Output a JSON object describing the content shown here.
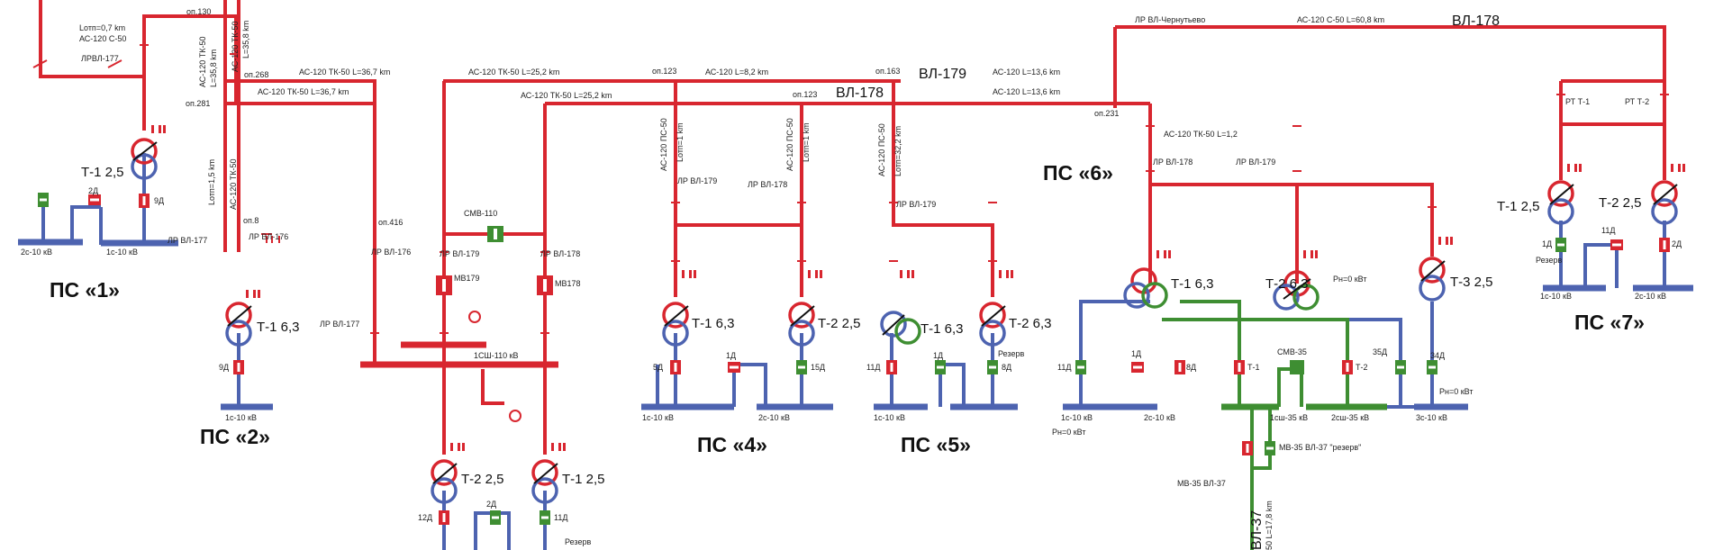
{
  "substations": {
    "ps1": "ПС «1»",
    "ps2": "ПС «2»",
    "ps4": "ПС «4»",
    "ps5": "ПС «5»",
    "ps6": "ПС «6»",
    "ps7": "ПС «7»"
  },
  "lines": {
    "vl179_top": "ВЛ-179",
    "vl178_mid": "ВЛ-178",
    "vl178_top": "ВЛ-178",
    "vl37": "ВЛ-37",
    "ac120_c50": "АС-120 С-50",
    "l07": "Lотп=0,7 km",
    "lrvl177": "ЛРВЛ-177",
    "op130": "оп.130",
    "op268": "оп.268",
    "op281": "оп.281",
    "op8": "оп.8",
    "op416": "оп.416",
    "op123a": "оп.123",
    "op123b": "оп.123",
    "op163": "оп.163",
    "op231": "оп.231",
    "l367a": "АС-120 ТК-50 L=36,7 km",
    "l367b": "АС-120 ТК-50 L=36,7 km",
    "l252a": "АС-120 ТК-50 L=25,2 km",
    "l252b": "АС-120 ТК-50 L=25,2 km",
    "l82": "АС-120 L=8,2 km",
    "l136a": "АС-120 L=13,6 km",
    "l136b": "АС-120 L=13,6 km",
    "l608": "АС-120 С-50 L=60,8 km",
    "l12": "АС-120 ТК-50 L=1,2",
    "v_ac120tk50a": "АС-120 ТК-50",
    "v_l358a": "L=35,8 km",
    "v_ac120tk50b": "АС-120 ТК-50",
    "v_l358b": "L=35,8 km",
    "v_l15": "Lотп=1,5 km",
    "v_ac120tk50c": "АС-120 ТК-50",
    "v_ac120ps50a": "АС-120 ПС-50",
    "v_l1a": "Lотп=1 km",
    "v_ac120ps50b": "АС-120 ПС-50",
    "v_l1b": "Lотп=1 km",
    "v_ac120ps50c": "АС-120 ПС-50",
    "v_l322": "Lотп=32,2 km",
    "v_l178": "50 L=17,8 km",
    "lrvl_chern": "ЛР ВЛ-Чернутьево"
  },
  "equipment": {
    "t1_25_ps1": "Т-1 2,5",
    "t1_63_ps2": "Т-1 6,3",
    "t2_25_smv": "Т-2 2,5",
    "t1_25_smv": "Т-1 2,5",
    "t1_63_ps4": "Т-1 6,3",
    "t2_25_ps4": "Т-2 2,5",
    "t1_63_ps5": "Т-1 6,3",
    "t2_63_ps5": "Т-2 6,3",
    "t1_63_ps6": "Т-1 6,3",
    "t2_63_ps6": "Т-2 6,3",
    "t3_25_ps6": "Т-3 2,5",
    "t1_25_ps7": "Т-1 2,5",
    "t2_25_ps7": "Т-2 2,5",
    "smv110": "СМВ-110",
    "mv179": "МВ179",
    "mv178": "МВ178",
    "sh110": "1СШ-110 кВ",
    "smv35": "СМВ-35",
    "mv35_37": "МВ-35 ВЛ-37",
    "mv35_rez": "МВ-35 ВЛ-37 \"резерв\"",
    "lrvl176a": "ЛР ВЛ-176",
    "lrvl176b": "ЛР ВЛ-176",
    "lrvl177b": "ЛР ВЛ-177",
    "lrvl177c": "ЛР ВЛ-177",
    "lrvl179a": "ЛР ВЛ-179",
    "lrvl178a": "ЛР ВЛ-178",
    "lrvl179b": "ЛР ВЛ-179",
    "lrvl178b": "ЛР ВЛ-178",
    "lrvl179c": "ЛР ВЛ-179",
    "lrvl178c": "ЛР ВЛ-178",
    "lrvl179d": "ЛР ВЛ-179",
    "rtt1": "РТ Т-1",
    "rtt2": "РТ Т-2"
  },
  "feeders": {
    "d2": "2Д",
    "d9a": "9Д",
    "d9b": "9Д",
    "d5": "5Д",
    "d1a": "1Д",
    "d15": "15Д",
    "d11a": "11Д",
    "d1b": "1Д",
    "d8a": "8Д",
    "d11b": "11Д",
    "d1c": "1Д",
    "d8b": "8Д",
    "t1f": "Т-1",
    "t2f": "Т-2",
    "d35": "35Д",
    "d34": "34Д",
    "d1d": "1Д",
    "d11c": "11Д",
    "d2b": "2Д",
    "d12": "12Д",
    "d2c": "2Д",
    "d11d": "11Д",
    "rez_ps5": "Резерв",
    "rez_ps7": "Резерв",
    "rez_smv": "Резерв"
  },
  "buses": {
    "b2c_ps1": "2с-10 кВ",
    "b1c_ps1": "1с-10 кВ",
    "b1c_ps2": "1с-10 кВ",
    "b1c_ps4": "1с-10 кВ",
    "b2c_ps4": "2с-10 кВ",
    "b1c_ps5": "1с-10 кВ",
    "b1c_ps6": "1с-10 кВ",
    "b2c_ps6": "2с-10 кВ",
    "b1sh35": "1сш-35 кВ",
    "b2sh35": "2сш-35 кВ",
    "b3c_ps6": "3с-10 кВ",
    "b1c_ps7": "1с-10 кВ",
    "b2c_ps7": "2с-10 кВ"
  },
  "loads": {
    "rn1": "Рн=0 кВт",
    "rn2": "Рн=0 кВт",
    "rn3": "Рн=0 кВт"
  },
  "colors": {
    "hv": "#d8262f",
    "lv": "#4d63b0",
    "mv35": "#3e8e32"
  }
}
